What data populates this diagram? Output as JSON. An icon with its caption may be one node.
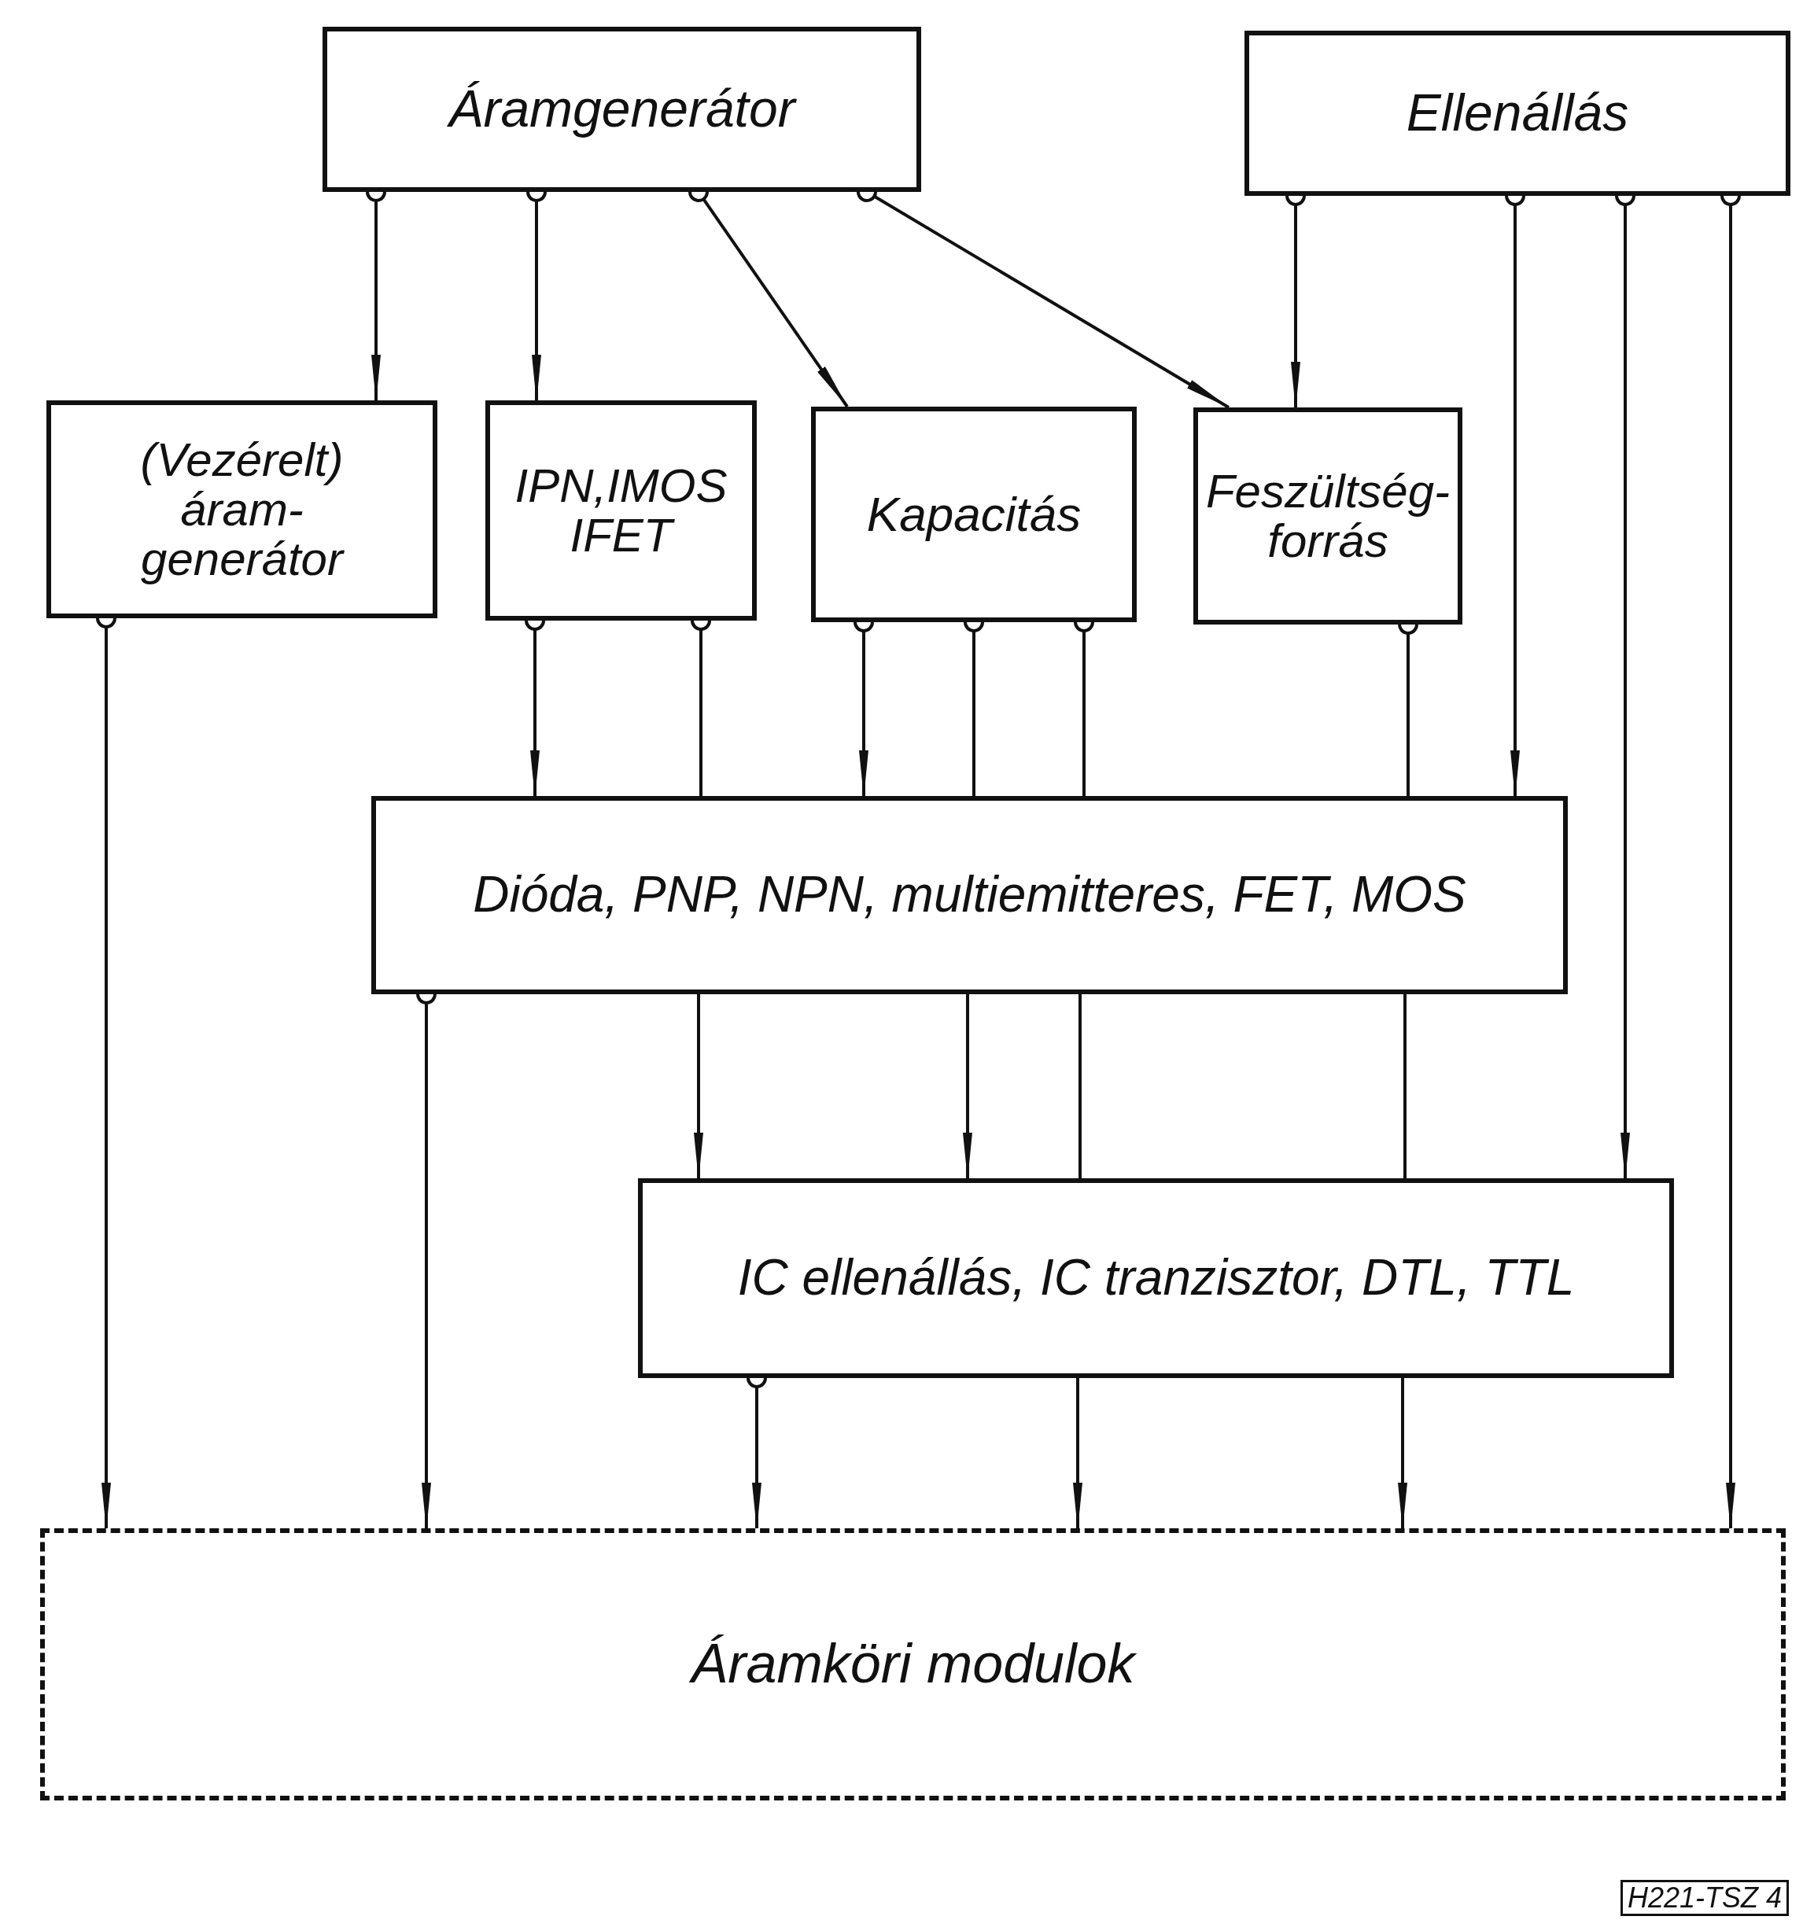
{
  "diagram": {
    "nodes": [
      {
        "text": [
          "Áramgenerátor"
        ]
      },
      {
        "text": [
          "Ellenállás"
        ]
      },
      {
        "text": [
          "(Vezérelt) áram- generátor"
        ]
      },
      {
        "text": [
          "IPN,IMOS IFET"
        ]
      },
      {
        "text": [
          "Kapacitás"
        ]
      },
      {
        "text": [
          "Feszültség- forrás"
        ]
      },
      {
        "text": [
          "Dióda, PNP, NPN, multiemitteres, FET, MOS"
        ]
      },
      {
        "text": [
          "IC ellenállás, IC tranzisztor, DTL, TTL"
        ]
      },
      {
        "text": [
          "Áramköri modulok"
        ]
      }
    ],
    "edges": [
      {
        "from": 0,
        "to": 2,
        "arrow": "to"
      },
      {
        "from": 0,
        "to": 3,
        "arrow": "to"
      },
      {
        "from": 0,
        "to": 4,
        "arrow": "to"
      },
      {
        "from": 0,
        "to": 5,
        "arrow": "to"
      },
      {
        "from": 1,
        "to": 5,
        "arrow": "to"
      },
      {
        "from": 1,
        "to": 6,
        "arrow": "to"
      },
      {
        "from": 1,
        "to": 7,
        "arrow": "to"
      },
      {
        "from": 1,
        "to": 8,
        "arrow": "to"
      },
      {
        "from": 2,
        "to": 8,
        "arrow": "to"
      },
      {
        "from": 3,
        "to": 6,
        "arrow": "to"
      },
      {
        "from": 3,
        "to": 6,
        "arrow": "other"
      },
      {
        "from": 4,
        "to": 6,
        "arrow": "to"
      },
      {
        "from": 4,
        "to": 6,
        "arrow": "other"
      },
      {
        "from": 4,
        "to": 6,
        "arrow": "other"
      },
      {
        "from": 5,
        "to": 6,
        "arrow": "other"
      },
      {
        "from": 6,
        "to": 8,
        "arrow": "to"
      },
      {
        "from": 6,
        "to": 7,
        "arrow": "to"
      },
      {
        "from": 6,
        "to": 7,
        "arrow": "to"
      },
      {
        "from": 6,
        "to": 7,
        "arrow": "none"
      },
      {
        "from": 6,
        "to": 7,
        "arrow": "none"
      },
      {
        "from": 7,
        "to": 8,
        "arrow": "to"
      },
      {
        "from": 7,
        "to": 8,
        "arrow": "to"
      },
      {
        "from": 7,
        "to": 8,
        "arrow": "to"
      }
    ],
    "labels": [
      "H221-TSZ 4"
    ]
  }
}
